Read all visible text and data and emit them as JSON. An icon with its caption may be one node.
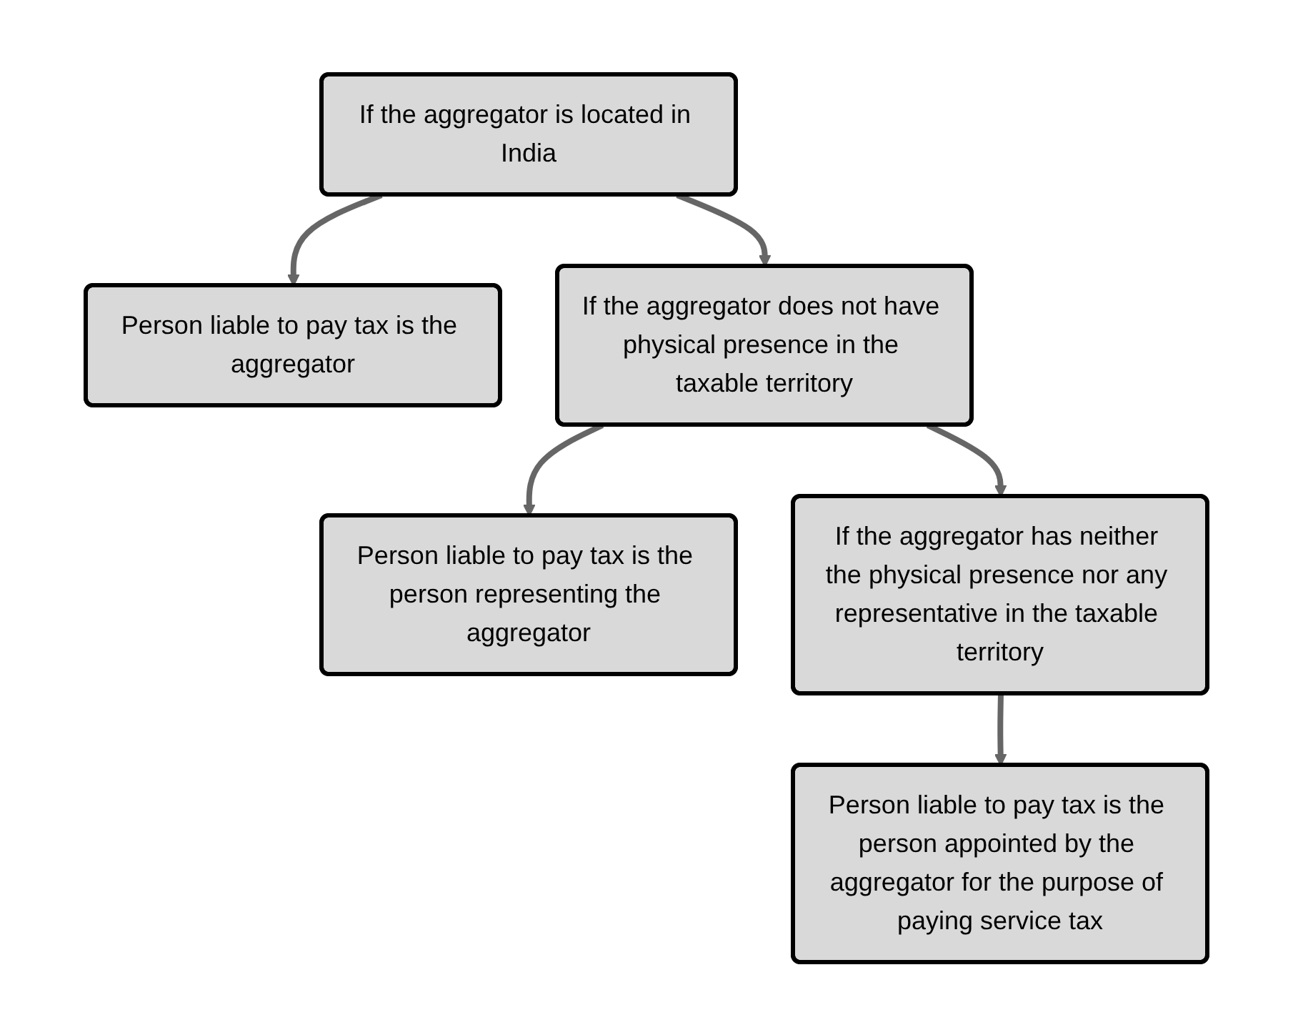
{
  "diagram": {
    "nodes": [
      {
        "text": [
          "If the aggregator is located in India"
        ]
      },
      {
        "text": [
          "Person liable to pay tax is the aggregator"
        ]
      },
      {
        "text": [
          "If the aggregator does not have physical presence in the taxable territory"
        ]
      },
      {
        "text": [
          "Person liable to pay tax is the person representing the aggregator"
        ]
      },
      {
        "text": [
          "If the aggregator has neither the physical presence nor any representative in the taxable territory"
        ]
      },
      {
        "text": [
          "Person liable to pay tax is the person appointed by the aggregator for the purpose of paying service tax"
        ]
      }
    ],
    "edges": [
      {
        "from": 0,
        "to": 1,
        "arrow": "to"
      },
      {
        "from": 0,
        "to": 2,
        "arrow": "to"
      },
      {
        "from": 2,
        "to": 3,
        "arrow": "to"
      },
      {
        "from": 2,
        "to": 4,
        "arrow": "to"
      },
      {
        "from": 4,
        "to": 5,
        "arrow": "to"
      }
    ]
  }
}
